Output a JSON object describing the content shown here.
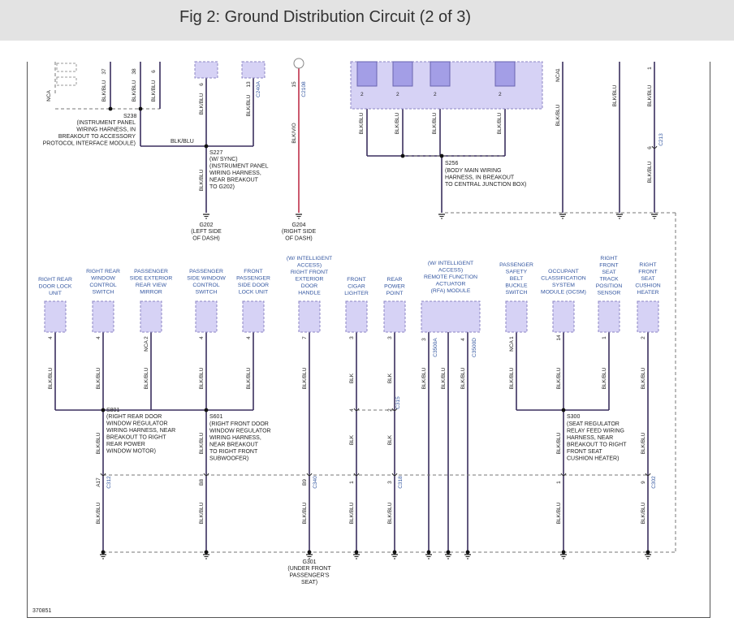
{
  "title": "Fig 2: Ground Distribution Circuit (2 of 3)",
  "figure_number": "370851",
  "colors": {
    "wire": "#3a2f5e",
    "connector_fill": "#d6d2f5",
    "connector_stroke": "#8c86c4",
    "link": "#3356a0",
    "pink_wire": "#c0304a"
  },
  "top_wires": [
    {
      "id": "w-38",
      "pin": "37",
      "label": "BLK/BLU"
    },
    {
      "id": "w-39",
      "pin": "38",
      "label": "BLK/BLU"
    },
    {
      "id": "w-40",
      "pin": "6",
      "label": "BLK/BLU"
    },
    {
      "id": "w-41",
      "pin": "6",
      "label": "BLK/BLU"
    },
    {
      "id": "w-42",
      "pin": "13",
      "label": "BLK/BLU",
      "conn": "C240A"
    },
    {
      "id": "w-43",
      "pin": "15",
      "label": "BLK/VIO",
      "conn": "C2108"
    },
    {
      "id": "w-44",
      "pin": "2",
      "label": "BLK/BLU"
    },
    {
      "id": "w-45",
      "pin": "2",
      "label": "BLK/BLU"
    },
    {
      "id": "w-46",
      "pin": "2",
      "label": "BLK/BLU"
    },
    {
      "id": "w-47",
      "pin": "2",
      "label": "BLK/BLU"
    },
    {
      "id": "w-48",
      "pin": "1",
      "label": "BLK/BLU",
      "nca": "NCA"
    },
    {
      "id": "w-49",
      "label": "BLK/BLU"
    },
    {
      "id": "w-50",
      "pin": "1",
      "label": "BLK/BLU"
    },
    {
      "id": "w-51",
      "pin": "6",
      "label": "BLK/BLU",
      "conn": "C213"
    }
  ],
  "top_misc": {
    "nca_left": "NCA",
    "wire_blkblu": "BLK/BLU"
  },
  "splices_top": {
    "s238": {
      "id": "S238",
      "desc": [
        "(INSTRUMENT PANEL",
        "WIRING HARNESS, IN",
        "BREAKOUT TO ACCESSORY",
        "PROTOCOL INTERFACE MODULE)"
      ]
    },
    "s227": {
      "id": "S227",
      "desc": [
        "(W/ SYNC)",
        "(INSTRUMENT PANEL",
        "WIRING HARNESS,",
        "NEAR BREAKOUT",
        "TO G202)"
      ]
    },
    "s256": {
      "id": "S256",
      "desc": [
        "(BODY MAIN WIRING",
        "HARNESS, IN BREAKOUT",
        "TO CENTRAL JUNCTION BOX)"
      ]
    }
  },
  "grounds_top": {
    "g202": {
      "id": "G202",
      "desc": [
        "(LEFT SIDE",
        "OF DASH)"
      ]
    },
    "g204": {
      "id": "G204",
      "desc": [
        "(RIGHT SIDE",
        "OF DASH)"
      ]
    }
  },
  "components": [
    {
      "name": [
        "RIGHT REAR",
        "DOOR LOCK",
        "UNIT"
      ],
      "pin": "4",
      "wire": "BLK/BLU"
    },
    {
      "name": [
        "RIGHT REAR",
        "WINDOW",
        "CONTROL",
        "SWITCH"
      ],
      "pin": "4",
      "wire": "BLK/BLU"
    },
    {
      "name": [
        "PASSENGER",
        "SIDE EXTERIOR",
        "REAR VIEW",
        "MIRROR"
      ],
      "pin": "2",
      "nca": "NCA",
      "wire": "BLK/BLU"
    },
    {
      "name": [
        "PASSENGER",
        "SIDE WINDOW",
        "CONTROL",
        "SWITCH"
      ],
      "pin": "4",
      "wire": "BLK/BLU"
    },
    {
      "name": [
        "FRONT",
        "PASSENGER",
        "SIDE DOOR",
        "LOCK UNIT"
      ],
      "pin": "4",
      "wire": "BLK/BLU"
    },
    {
      "name": [
        "(W/ INTELLIGENT",
        "ACCESS)",
        "RIGHT FRONT",
        "EXTERIOR",
        "DOOR",
        "HANDLE"
      ],
      "pin": "7",
      "wire": "BLK/BLU"
    },
    {
      "name": [
        "FRONT",
        "CIGAR",
        "LIGHTER"
      ],
      "pin": "3",
      "wire": "BLK"
    },
    {
      "name": [
        "REAR",
        "POWER",
        "POINT"
      ],
      "pin": "3",
      "wire": "BLK"
    },
    {
      "name": [
        "(W/ INTELLIGENT",
        "ACCESS)",
        "REMOTE FUNCTION",
        "ACTUATOR",
        "(RFA) MODULE"
      ],
      "pins": [
        "3",
        "4"
      ],
      "conns": [
        "C3500A",
        "C3500D"
      ],
      "wire": "BLK/BLU"
    },
    {
      "name": [
        "PASSENGER",
        "SAFETY",
        "BELT",
        "BUCKLE",
        "SWITCH"
      ],
      "pin": "1",
      "nca": "NCA",
      "wire": "BLK/BLU"
    },
    {
      "name": [
        "OCCUPANT",
        "CLASSIFICATION",
        "SYSTEM",
        "MODULE (OCSM)"
      ],
      "pin": "14",
      "wire": "BLK/BLU"
    },
    {
      "name": [
        "RIGHT",
        "FRONT",
        "SEAT",
        "TRACK",
        "POSITION",
        "SENSOR"
      ],
      "pin": "1",
      "wire": "BLK/BLU"
    },
    {
      "name": [
        "RIGHT",
        "FRONT",
        "SEAT",
        "CUSHION",
        "HEATER"
      ],
      "pin": "2",
      "wire": "BLK/BLU"
    }
  ],
  "splices_bottom": {
    "s801": {
      "id": "S801",
      "desc": [
        "(RIGHT REAR DOOR",
        "WINDOW REGULATOR",
        "WIRING HARNESS, NEAR",
        "BREAKOUT TO RIGHT",
        "REAR POWER",
        "WINDOW MOTOR)"
      ]
    },
    "s601": {
      "id": "S601",
      "desc": [
        "(RIGHT FRONT DOOR",
        "WINDOW REGULATOR",
        "WIRING HARNESS,",
        "NEAR BREAKOUT",
        "TO RIGHT FRONT",
        "SUBWOOFER)"
      ]
    },
    "s300": {
      "id": "S300",
      "desc": [
        "(SEAT REGULATOR",
        "RELAY FEED WIRING",
        "HARNESS, NEAR",
        "BREAKOUT TO RIGHT",
        "FRONT SEAT",
        "CUSHION HEATER)"
      ]
    }
  },
  "connectors_bottom": {
    "c312": {
      "pin": "A17",
      "conn": "C312"
    },
    "c340b": {
      "pin": "B8",
      "conn": ""
    },
    "c340": {
      "pin": "B9",
      "conn": "C340"
    },
    "c316": {
      "pin": "1",
      "conn": ""
    },
    "c315": {
      "pin": "4",
      "conn": "C315",
      "pin2": "2"
    },
    "c318": {
      "pin": "3",
      "conn": "C318"
    },
    "c302": {
      "pin": "1",
      "conn": ""
    },
    "c302b": {
      "pin": "9",
      "conn": "C302"
    }
  },
  "wire_labels_bottom": {
    "blkblu": "BLK/BLU",
    "blk": "BLK"
  },
  "ground_bottom": {
    "id": "G301",
    "desc": [
      "(UNDER FRONT",
      "PASSENGER'S",
      "SEAT)"
    ]
  }
}
